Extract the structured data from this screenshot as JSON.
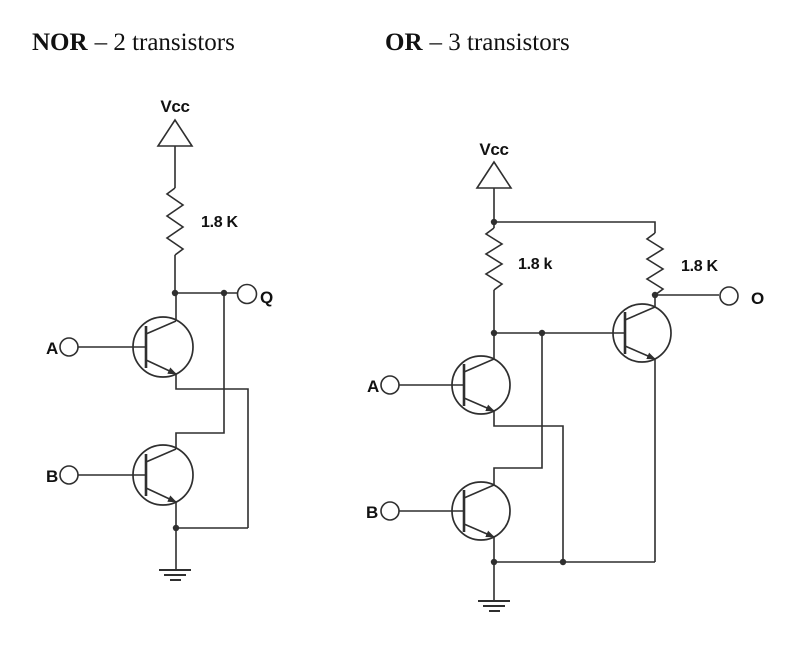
{
  "titles": {
    "nor": {
      "gate": "NOR",
      "rest": "– 2 transistors"
    },
    "or": {
      "gate": "OR",
      "rest": "– 3 transistors"
    }
  },
  "circuits": {
    "nor": {
      "vcc": "Vcc",
      "resistor": "1.8 K",
      "input_a": "A",
      "input_b": "B",
      "output": "Q"
    },
    "or": {
      "vcc": "Vcc",
      "resistor_left": "1.8 k",
      "resistor_right": "1.8 K",
      "input_a": "A",
      "input_b": "B",
      "output": "O"
    }
  },
  "colors": {
    "ink": "#2f2f2f",
    "text": "#111111",
    "background": "#ffffff"
  }
}
